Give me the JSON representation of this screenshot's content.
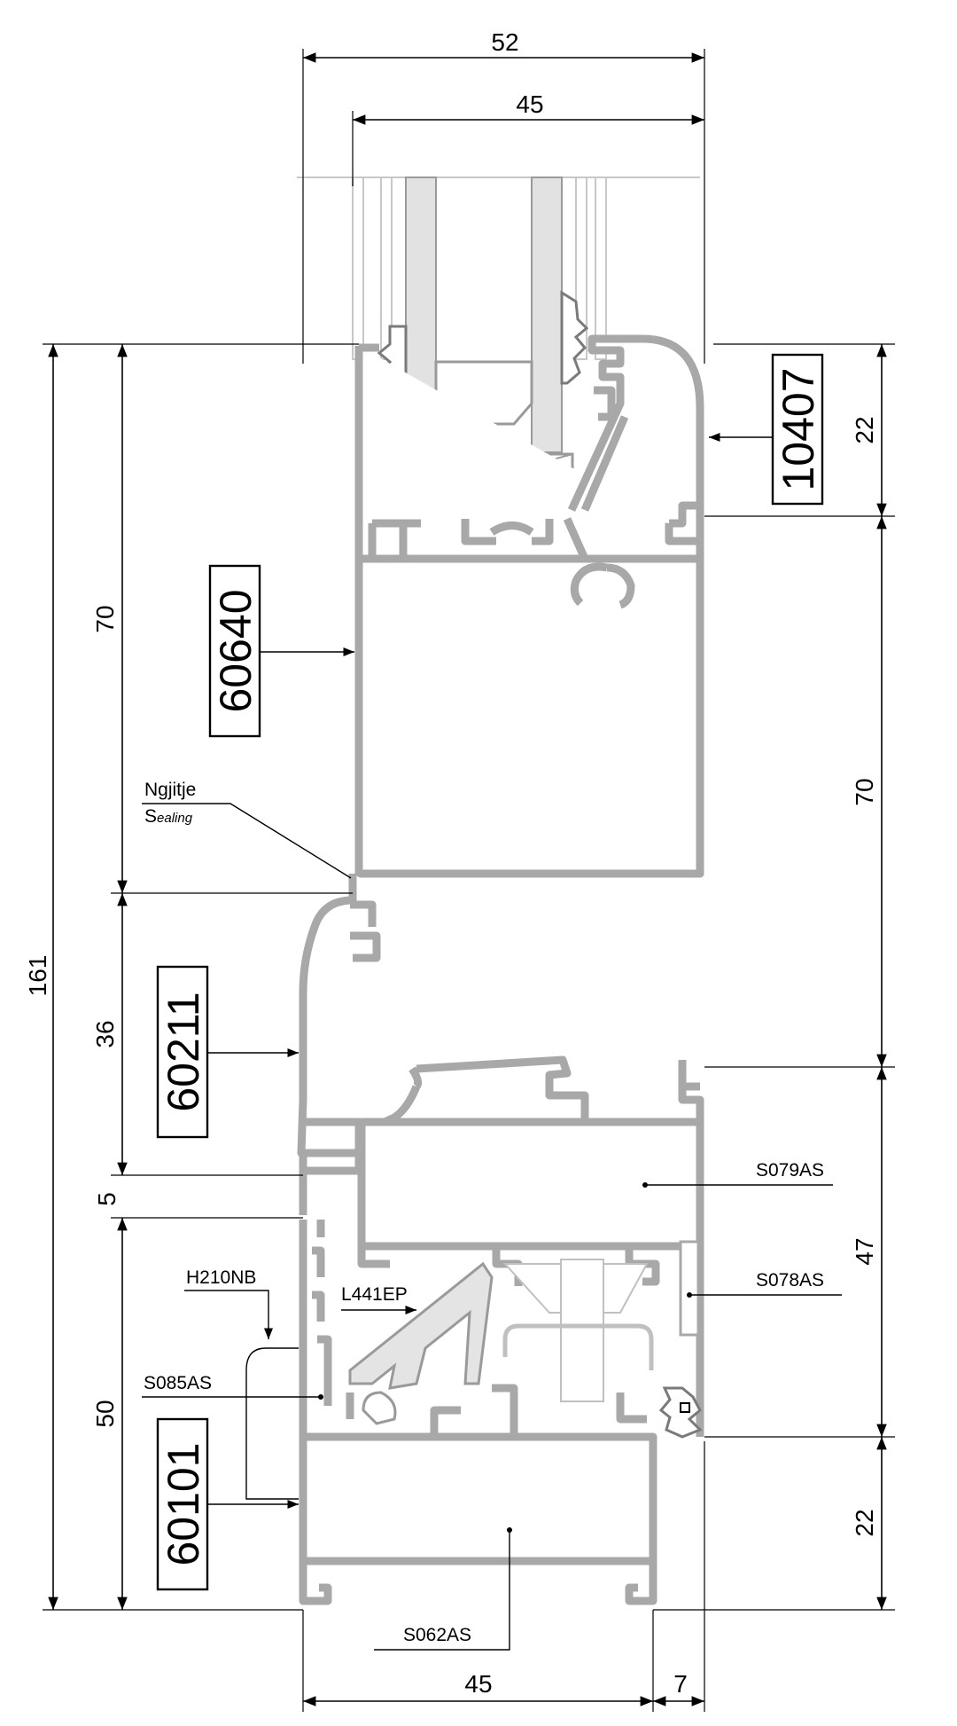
{
  "dimensions": {
    "top_overall": "52",
    "top_inner": "45",
    "left_total": "161",
    "left_upper": "70",
    "left_middle": "36",
    "left_gap": "5",
    "left_lower": "50",
    "right_top": "22",
    "right_middle": "70",
    "right_lower": "47",
    "right_bottom": "22",
    "bottom_main": "45",
    "bottom_small": "7"
  },
  "profiles": {
    "sash_top": "10407",
    "sash": "60640",
    "frame_mid": "60211",
    "frame_bottom": "60101"
  },
  "labels": {
    "sealing_main": "Ngjitje",
    "sealing_sub_first": "S",
    "sealing_sub_rest": "ealing",
    "s079": "S079AS",
    "s078": "S078AS",
    "h210": "H210NB",
    "l441": "L441EP",
    "s085": "S085AS",
    "s062": "S062AS"
  },
  "colors": {
    "profile": "#a8a8a8",
    "glass": "#e2e2e2",
    "line": "#000000"
  }
}
